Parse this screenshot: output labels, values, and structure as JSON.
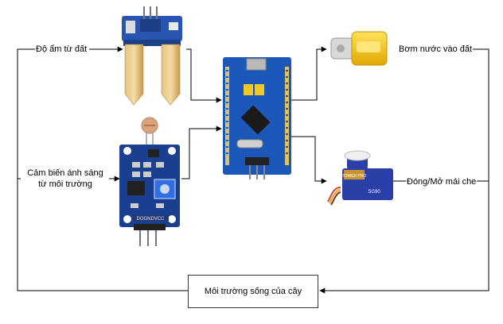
{
  "labels": {
    "soil_moisture": "Độ ẩm từ đất",
    "light_sensor_line1": "Cảm biến ánh sáng",
    "light_sensor_line2": "từ môi trường",
    "water_pump": "Bơm nước vào đất",
    "servo": "Đóng/Mở mái che",
    "environment": "Môi trường sống của cây"
  },
  "board_markings": {
    "light_module": "DOGNDVCC",
    "servo_brand": "TOWER PRO",
    "servo_model": "SG90"
  },
  "colors": {
    "line": "#000000",
    "board_blue": "#1c58b8",
    "module_blue": "#1a3f8f",
    "gold": "#d8b060",
    "pump_yellow": "#f3c81c",
    "servo_blue": "#2a3fa8"
  }
}
